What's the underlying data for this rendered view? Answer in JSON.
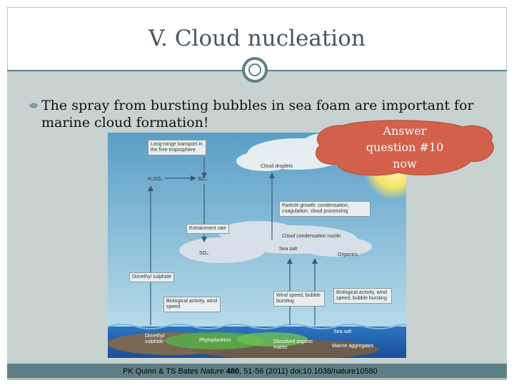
{
  "title": "V. Cloud nucleation",
  "bullet": {
    "text": "The spray from bursting bubbles in sea foam are important for marine cloud formation!"
  },
  "callout": {
    "line1": "Answer",
    "line2": "question #10",
    "line3": "now"
  },
  "diagram": {
    "labels": {
      "long_range": "Long-range transport in the free troposphere",
      "cloud_droplets": "Cloud droplets",
      "h2so4": "H₂SO₄",
      "so4_top": "SO₄",
      "particle_growth": "Particle growth: condensation, coagulation, cloud processing",
      "entrainment": "Entrainment rate",
      "ccn": "Cloud condensation nuclei",
      "so4_low": "SO₄",
      "sea_salt_mid": "Sea salt",
      "organics": "Organics",
      "dms": "Dimethyl sulphide",
      "bio_activity_left": "Biological activity, wind speed",
      "wind_speed": "Wind speed, bubble bursting",
      "bio_activity_right": "Biological activity, wind speed, bubble bursting",
      "dimethyl_sulphide_sea": "Dimethyl sulphide",
      "phytoplankton": "Phytoplankton",
      "sea_salt_sea": "Sea salt",
      "dissolved_om": "Dissolved organic matter",
      "marine_aggregates": "Marine aggregates"
    }
  },
  "source": {
    "prefix": "PK Quinn & TS Bates ",
    "journal": "Nature",
    "volume": " 480",
    "rest": ", 51-56 (2011) doi:10.1038/nature10580"
  },
  "colors": {
    "accent": "#5f7f86",
    "content_bg": "#c8d2d0",
    "callout": "#d2604a",
    "sky_top": "#5a9ec6",
    "sky_bottom": "#bfe0ee",
    "sea": "#1f63b0"
  }
}
